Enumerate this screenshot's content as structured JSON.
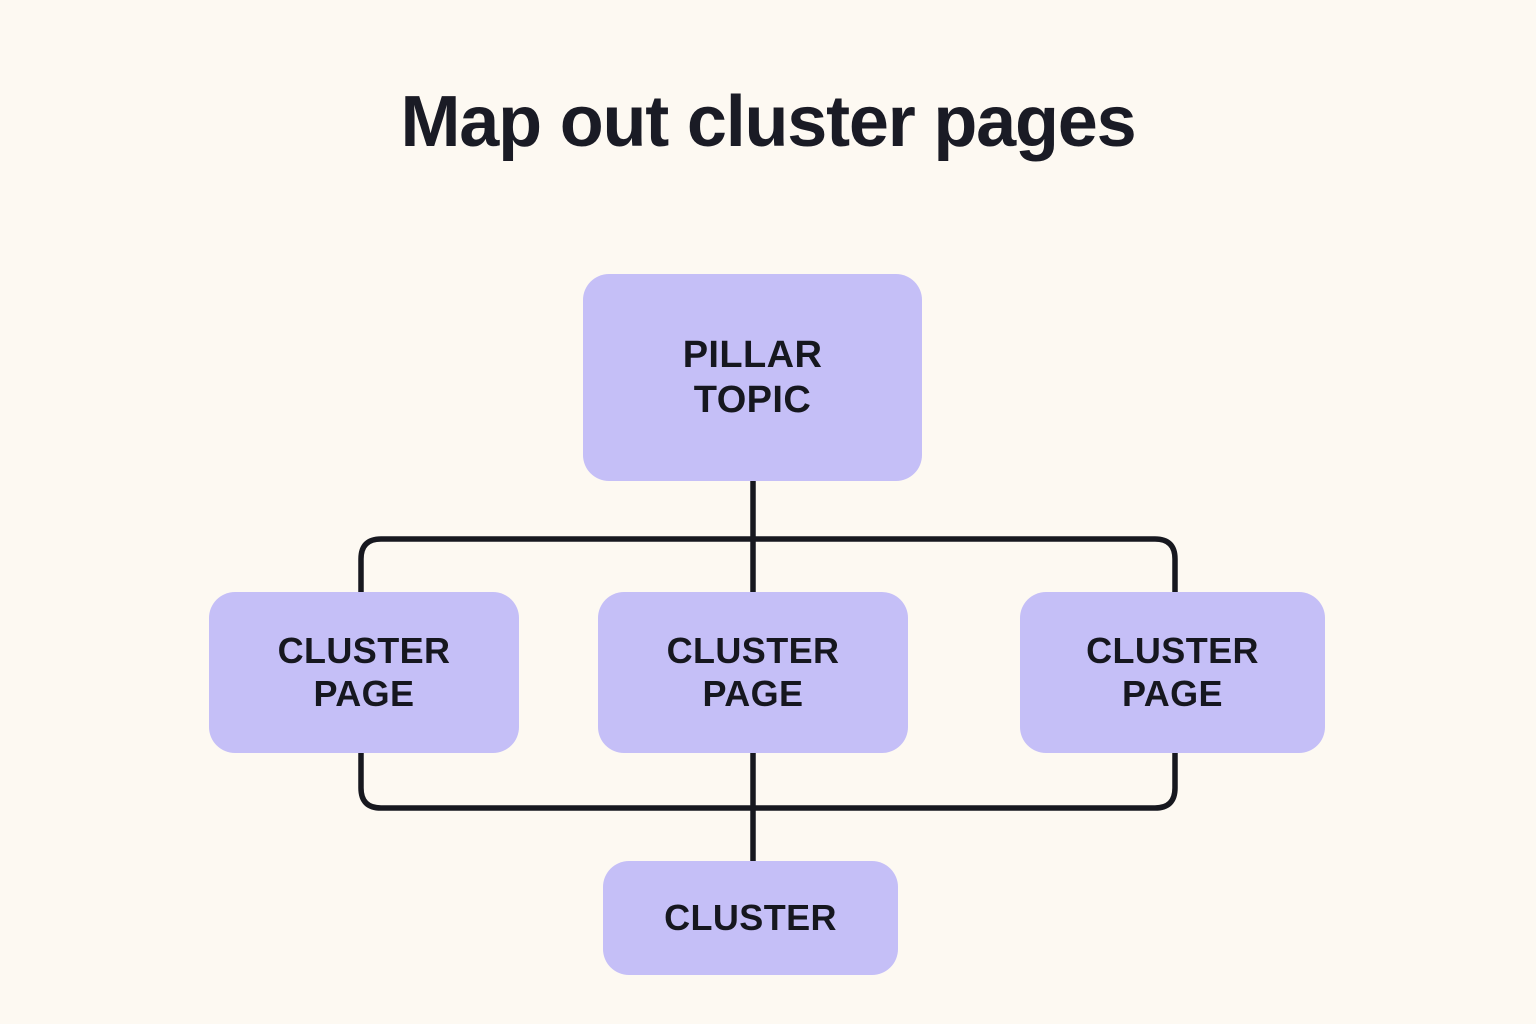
{
  "page": {
    "title": "Map out cluster pages",
    "background_color": "#FDF9F2",
    "node_fill_color": "#C5BFF7",
    "text_color": "#16171F",
    "connector_color": "#17181F"
  },
  "diagram": {
    "type": "hub-and-spoke-topic-cluster",
    "nodes": [
      {
        "id": "pillar",
        "label": "PILLAR\nTOPIC",
        "role": "pillar",
        "level": 0
      },
      {
        "id": "cluster-left",
        "label": "CLUSTER\nPAGE",
        "role": "cluster",
        "level": 1
      },
      {
        "id": "cluster-middle",
        "label": "CLUSTER\nPAGE",
        "role": "cluster",
        "level": 1
      },
      {
        "id": "cluster-right",
        "label": "CLUSTER\nPAGE",
        "role": "cluster",
        "level": 1
      },
      {
        "id": "cluster-bottom",
        "label": "CLUSTER",
        "role": "cluster",
        "level": 2
      }
    ],
    "edges": [
      {
        "from": "pillar",
        "to": "cluster-left"
      },
      {
        "from": "pillar",
        "to": "cluster-middle"
      },
      {
        "from": "pillar",
        "to": "cluster-right"
      },
      {
        "from": "cluster-left",
        "to": "cluster-bottom"
      },
      {
        "from": "cluster-middle",
        "to": "cluster-bottom"
      },
      {
        "from": "cluster-right",
        "to": "cluster-bottom"
      }
    ]
  }
}
